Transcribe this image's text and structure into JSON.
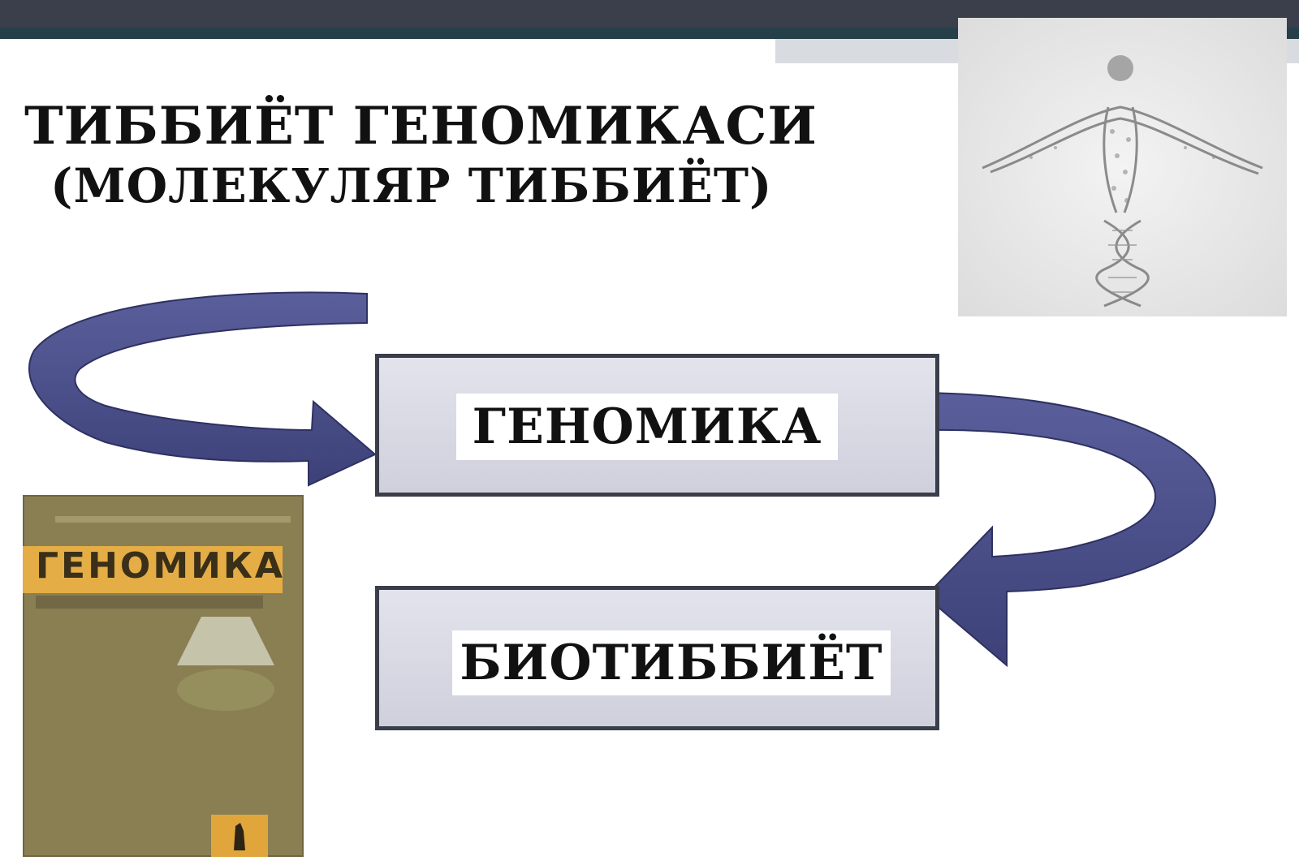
{
  "title": {
    "line1": "ТИББИЁТ ГЕНОМИКАСИ",
    "line2": "(МОЛЕКУЛЯР ТИББИЁТ)"
  },
  "boxes": {
    "top": "ГЕНОМИКА",
    "bottom": "БИОТИББИЁТ"
  },
  "book": {
    "title": "ГЕНОМИКА"
  },
  "colors": {
    "arrow": "#4a4f8a",
    "box_border": "#3a3d4a",
    "topbar": "#3b3f4c"
  }
}
